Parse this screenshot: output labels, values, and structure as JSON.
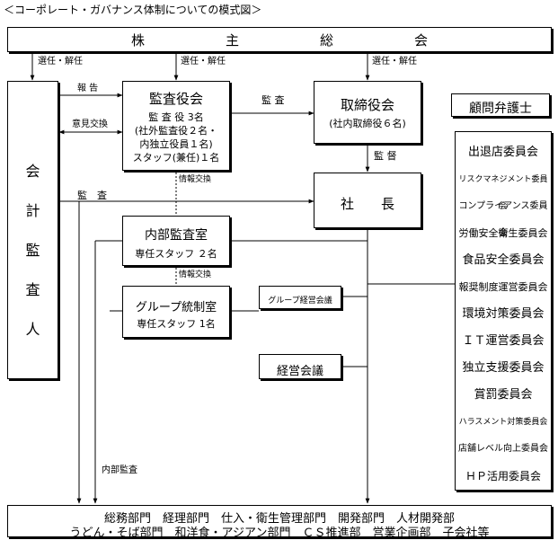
{
  "title": "＜コーポレート・ガバナンス体制についての模式図＞",
  "shareholders": "株　　　　　　主　　　　　　総　　　　　　会",
  "appoint_left": "選任・解任",
  "appoint_mid": "選任・解任",
  "appoint_right": "選任・解任",
  "auditor_chars": [
    "会",
    "計",
    "監",
    "査",
    "人"
  ],
  "report": "報 告",
  "opinion_exchange": "意見交換",
  "audit_top": "監 査",
  "audit_mid": "監　査",
  "supervision": "監 督",
  "info_exchange_1": "情報交換",
  "info_exchange_2": "情報交換",
  "internal_audit": "内部監査",
  "kansayaku": {
    "title": "監査役会",
    "line1": "監 査 役 3名",
    "line2": "(社外監査役２名・",
    "line3": "内独立役員１名)",
    "line4": "スタッフ(兼任)１名"
  },
  "board": {
    "title": "取締役会",
    "sub": "(社内取締役６名)"
  },
  "president": "社　　長",
  "advisor": "顧問弁護士",
  "internal_audit_office": {
    "title": "内部監査室",
    "sub": "専任スタッフ ２名"
  },
  "group_control": {
    "title": "グループ統制室",
    "sub": "専任スタッフ 1名"
  },
  "group_mgmt_meeting": "グループ経営会議",
  "mgmt_meeting": "経営会議",
  "committees": [
    "出退店委員会",
    "リスクマネジメント委員会",
    "コンプライアンス委員会",
    "労働安全衛生委員会",
    "食品安全委員会",
    "報奨制度運営委員会",
    "環境対策委員会",
    "ＩＴ運営委員会",
    "独立支援委員会",
    "賞罰委員会",
    "ハラスメント対策委員会",
    "店舗レベル向上委員会",
    "ＨＰ活用委員会"
  ],
  "departments": {
    "line1": "総務部門　経理部門　仕入・衛生管理部門　開発部門　人材開発部",
    "line2": "うどん・そば部門　和洋食・アジアン部門　ＣＳ推進部　営業企画部　子会社等"
  }
}
